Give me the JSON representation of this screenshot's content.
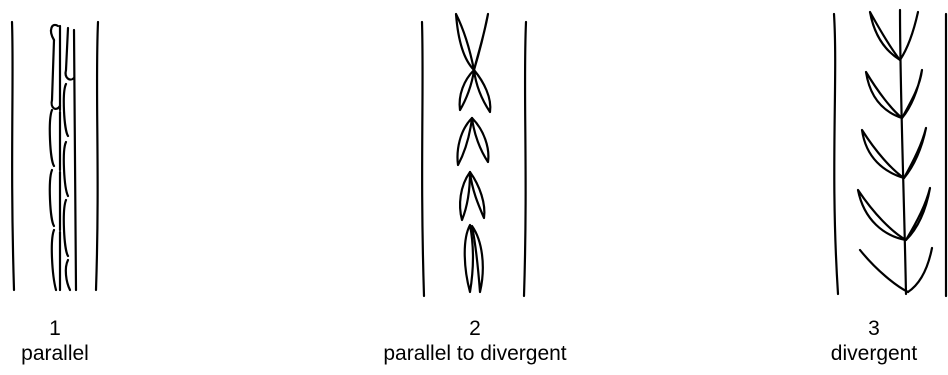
{
  "figures": [
    {
      "number": "1",
      "label": "parallel"
    },
    {
      "number": "2",
      "label": "parallel to divergent"
    },
    {
      "number": "3",
      "label": "divergent"
    }
  ]
}
